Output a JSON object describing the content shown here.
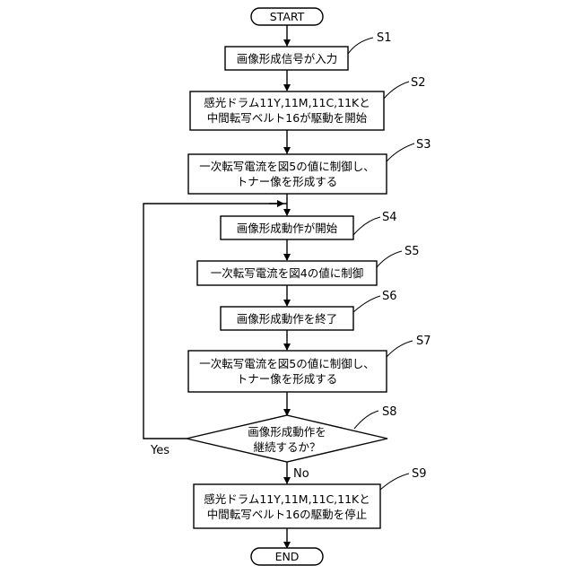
{
  "terminals": {
    "start": "START",
    "end": "END"
  },
  "steps": {
    "s1": {
      "label": "S1",
      "lines": [
        "画像形成信号が入力"
      ]
    },
    "s2": {
      "label": "S2",
      "lines": [
        "感光ドラム11Y,11M,11C,11Kと",
        "中間転写ベルト16が駆動を開始"
      ]
    },
    "s3": {
      "label": "S3",
      "lines": [
        "一次転写電流を図5の値に制御し、",
        "トナー像を形成する"
      ]
    },
    "s4": {
      "label": "S4",
      "lines": [
        "画像形成動作が開始"
      ]
    },
    "s5": {
      "label": "S5",
      "lines": [
        "一次転写電流を図4の値に制御"
      ]
    },
    "s6": {
      "label": "S6",
      "lines": [
        "画像形成動作を終了"
      ]
    },
    "s7": {
      "label": "S7",
      "lines": [
        "一次転写電流を図5の値に制御し、",
        "トナー像を形成する"
      ]
    },
    "s8": {
      "label": "S8",
      "lines": [
        "画像形成動作を",
        "継続するか？"
      ]
    },
    "s9": {
      "label": "S9",
      "lines": [
        "感光ドラム11Y,11M,11C,11Kと",
        "中間転写ベルト16の駆動を停止"
      ]
    }
  },
  "branches": {
    "yes": "Yes",
    "no": "No"
  }
}
